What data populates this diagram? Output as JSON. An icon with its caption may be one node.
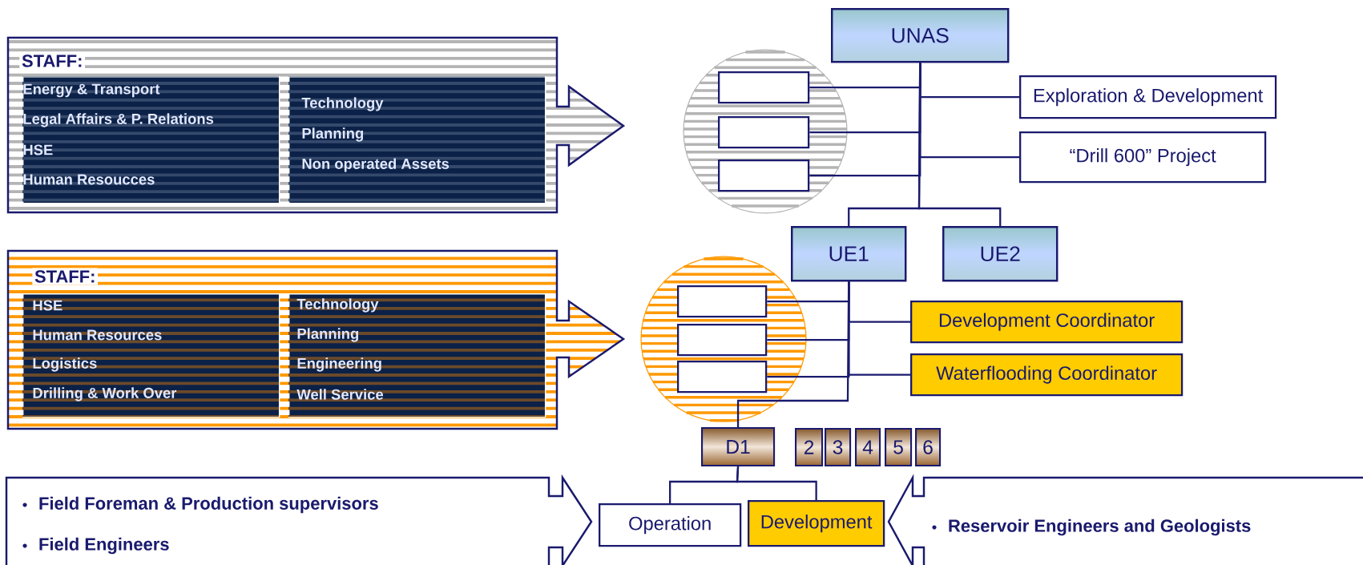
{
  "diagram": {
    "nodes": [
      {
        "text": [
          "STAFF:"
        ]
      },
      {
        "text": [
          "Energy & Transport",
          "Legal Affairs & P. Relations",
          "HSE",
          "Human Resoucces"
        ],
        "in": 0
      },
      {
        "text": [
          "Technology",
          "Planning",
          "Non operated Assets"
        ],
        "in": 0
      },
      {
        "text": [],
        "shape": "circle"
      },
      {
        "text": [],
        "shape": "box",
        "in": 3
      },
      {
        "text": [],
        "shape": "box",
        "in": 3
      },
      {
        "text": [],
        "shape": "box",
        "in": 3
      },
      {
        "text": [
          "UNAS"
        ]
      },
      {
        "text": [
          "Exploration & Development"
        ]
      },
      {
        "text": [
          "“Drill 600” Project"
        ]
      },
      {
        "text": [
          "UE1"
        ]
      },
      {
        "text": [
          "UE2"
        ]
      },
      {
        "text": [
          "STAFF:"
        ]
      },
      {
        "text": [
          "HSE",
          "Human Resources",
          "Logistics",
          "Drilling & Work Over"
        ],
        "in": 12
      },
      {
        "text": [
          "Technology",
          "Planning",
          "Engineering",
          "Well Service"
        ],
        "in": 12
      },
      {
        "text": [],
        "shape": "circle"
      },
      {
        "text": [],
        "shape": "box",
        "in": 15
      },
      {
        "text": [],
        "shape": "box",
        "in": 15
      },
      {
        "text": [],
        "shape": "box",
        "in": 15
      },
      {
        "text": [
          "Development Coordinator"
        ]
      },
      {
        "text": [
          "Waterflooding Coordinator"
        ]
      },
      {
        "text": [
          "D1"
        ]
      },
      {
        "text": [
          "2"
        ]
      },
      {
        "text": [
          "3"
        ]
      },
      {
        "text": [
          "4"
        ]
      },
      {
        "text": [
          "5"
        ]
      },
      {
        "text": [
          "6"
        ]
      },
      {
        "text": [
          "Operation"
        ]
      },
      {
        "text": [
          "Development"
        ]
      },
      {
        "text": [
          "Field Foreman & Production supervisors",
          "Field Engineers"
        ]
      },
      {
        "text": [
          "Reservoir Engineers and Geologists"
        ]
      }
    ],
    "edges": [
      {
        "from": 7,
        "to": 4,
        "arrow": "none"
      },
      {
        "from": 7,
        "to": 5,
        "arrow": "none"
      },
      {
        "from": 7,
        "to": 6,
        "arrow": "none"
      },
      {
        "from": 7,
        "to": 8,
        "arrow": "none"
      },
      {
        "from": 7,
        "to": 9,
        "arrow": "none"
      },
      {
        "from": 7,
        "to": 10,
        "arrow": "none"
      },
      {
        "from": 7,
        "to": 11,
        "arrow": "none"
      },
      {
        "from": 10,
        "to": 16,
        "arrow": "none"
      },
      {
        "from": 10,
        "to": 17,
        "arrow": "none"
      },
      {
        "from": 10,
        "to": 18,
        "arrow": "none"
      },
      {
        "from": 10,
        "to": 19,
        "arrow": "none"
      },
      {
        "from": 10,
        "to": 20,
        "arrow": "none"
      },
      {
        "from": 10,
        "to": 21,
        "arrow": "none"
      },
      {
        "from": 21,
        "to": 27,
        "arrow": "none"
      },
      {
        "from": 21,
        "to": 28,
        "arrow": "none"
      }
    ]
  }
}
